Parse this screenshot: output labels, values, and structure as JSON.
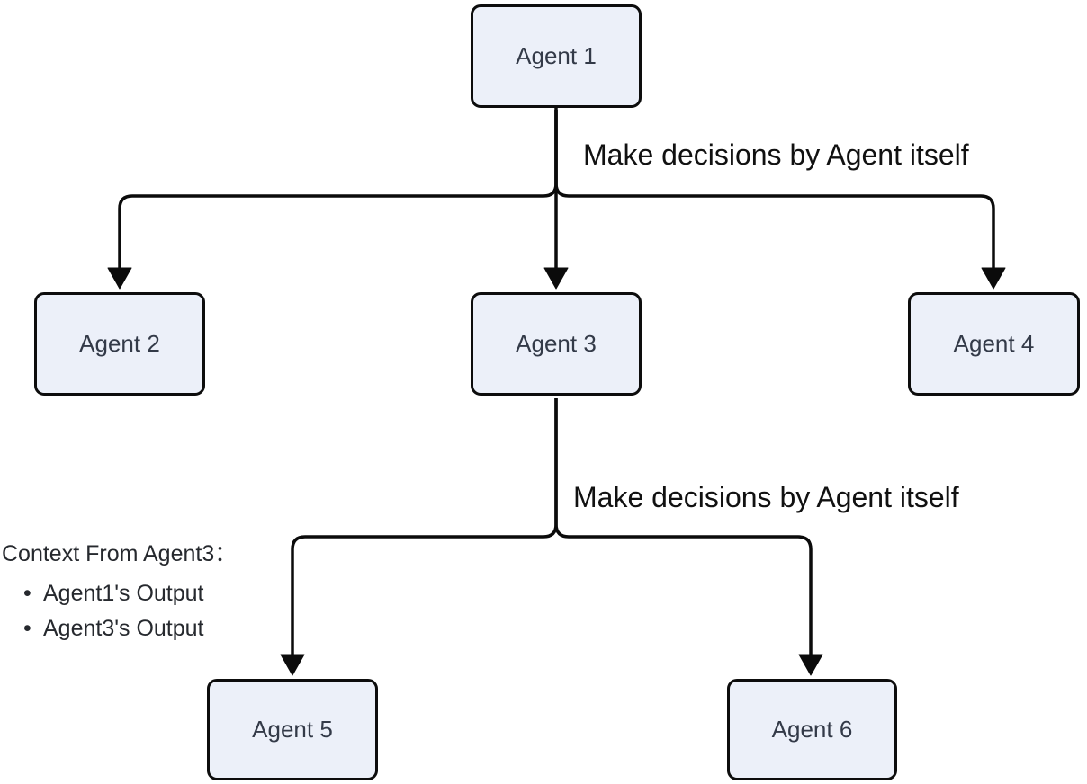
{
  "diagram": {
    "nodes": [
      {
        "id": "agent1",
        "label": "Agent 1"
      },
      {
        "id": "agent2",
        "label": "Agent 2"
      },
      {
        "id": "agent3",
        "label": "Agent 3"
      },
      {
        "id": "agent4",
        "label": "Agent 4"
      },
      {
        "id": "agent5",
        "label": "Agent 5"
      },
      {
        "id": "agent6",
        "label": "Agent 6"
      }
    ],
    "edges": [
      {
        "from": "agent1",
        "to": "agent2"
      },
      {
        "from": "agent1",
        "to": "agent3"
      },
      {
        "from": "agent1",
        "to": "agent4"
      },
      {
        "from": "agent3",
        "to": "agent5"
      },
      {
        "from": "agent3",
        "to": "agent6"
      }
    ],
    "edge_labels": [
      {
        "text": "Make decisions by Agent itself"
      },
      {
        "text": "Make decisions by Agent itself"
      }
    ],
    "annotation": {
      "title": "Context From Agent3：",
      "bullet_glyph": "•",
      "bullets": [
        "Agent1's Output",
        "Agent3's Output"
      ]
    },
    "colors": {
      "node_fill": "#ECF0F9",
      "node_border": "#0d0d0d",
      "node_text": "#333a48",
      "edge": "#0b0b0b",
      "label_text": "#111111",
      "background": "#ffffff"
    }
  }
}
